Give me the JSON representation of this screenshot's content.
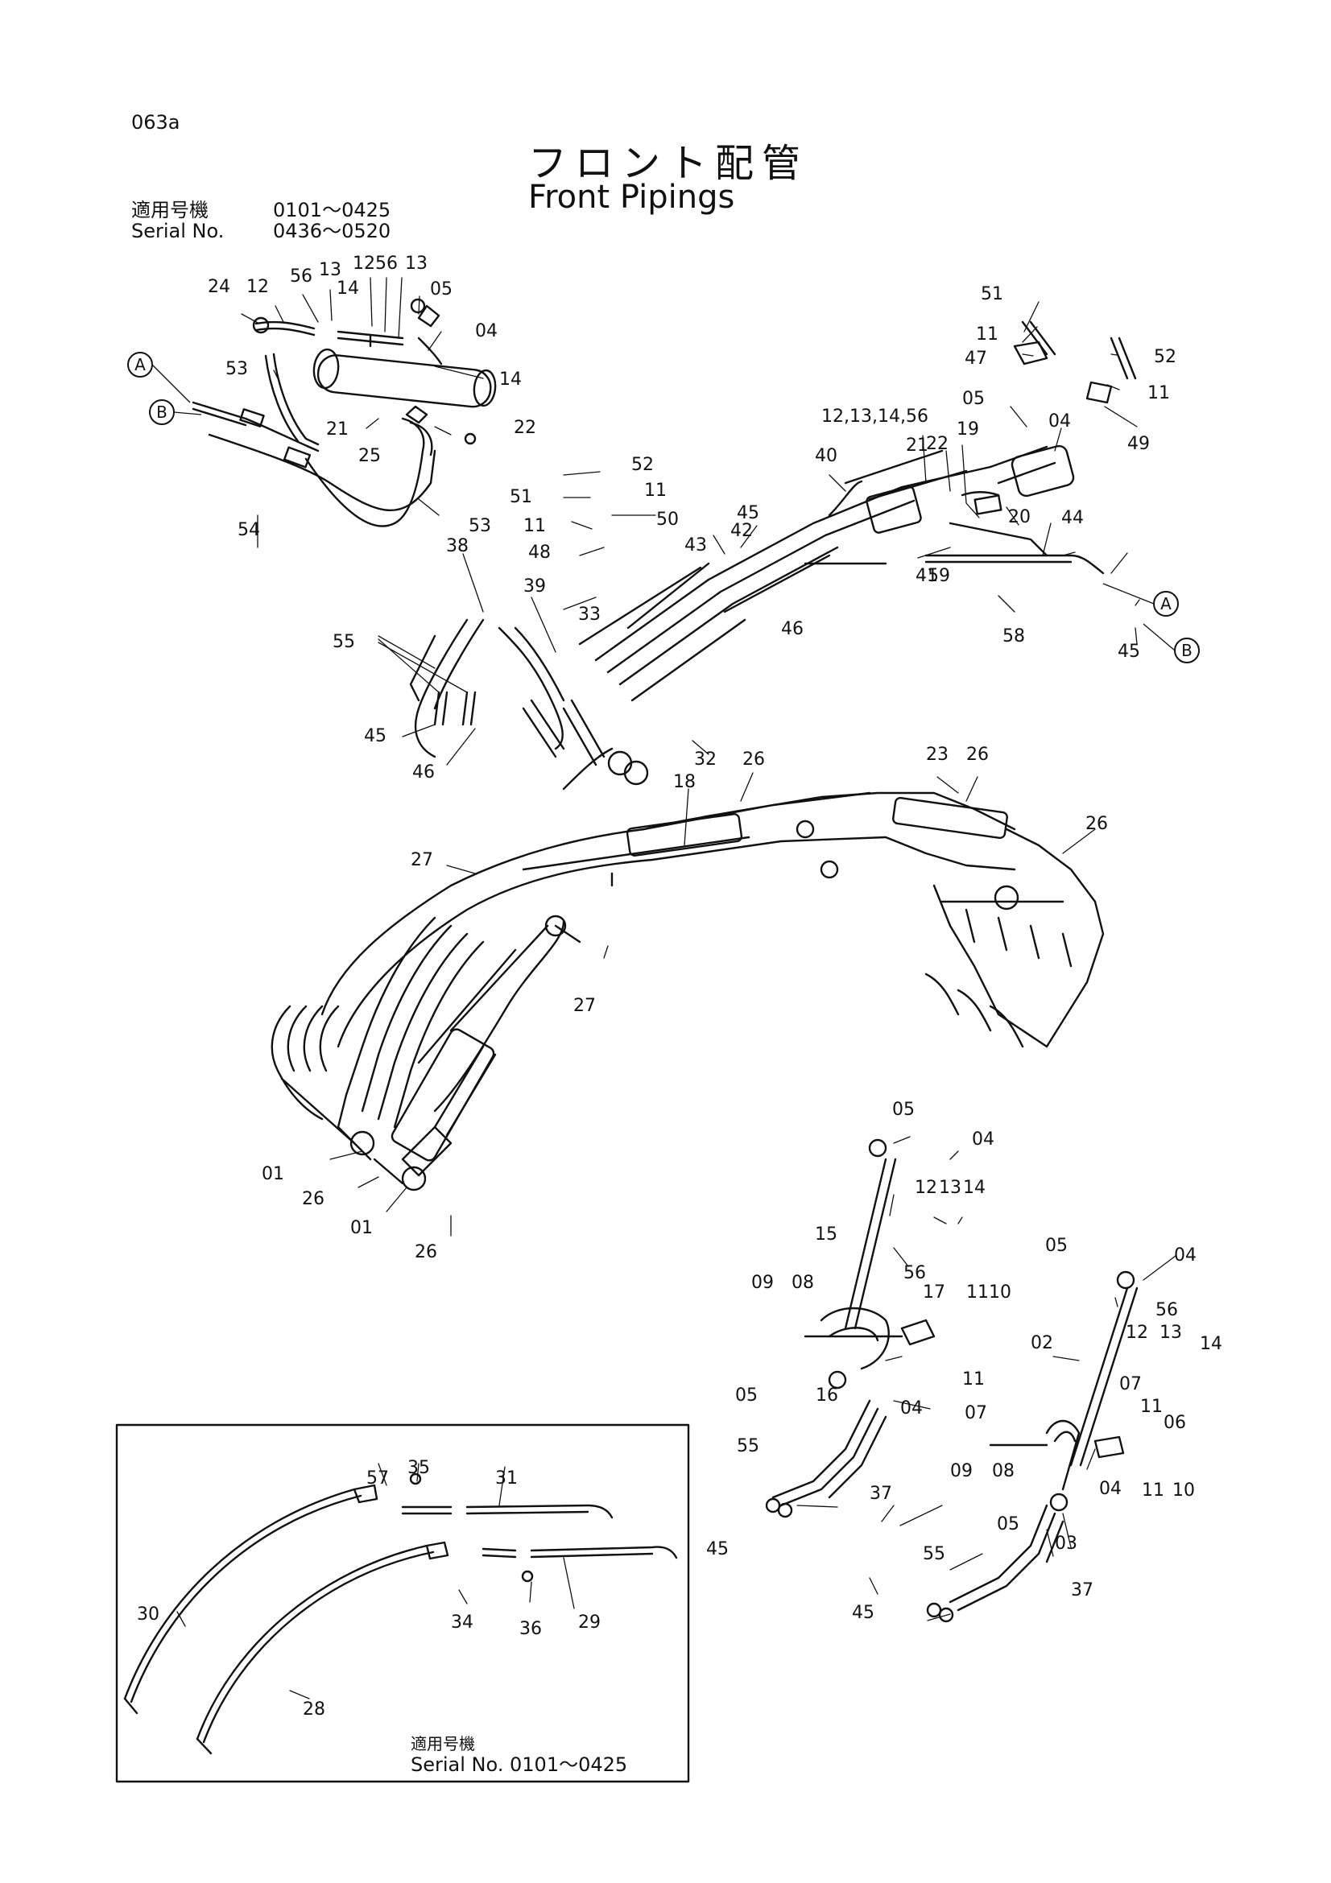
{
  "page_code": "063a",
  "title_jp": "フロント配管",
  "title_en": "Front Pipings",
  "serial_header": {
    "jp_label": "適用号機",
    "en_label": "Serial No.",
    "range_1": "0101～0425",
    "range_2": "0436～0520"
  },
  "inset": {
    "note_jp": "適用号機",
    "note_en": "Serial No. 0101～0425"
  },
  "callouts": [
    "24",
    "12",
    "56",
    "13",
    "14",
    "12",
    "56",
    "13",
    "05",
    "04",
    "14",
    "53",
    "21",
    "25",
    "22",
    "53",
    "54",
    "51",
    "11",
    "47",
    "52",
    "11",
    "49",
    "05",
    "04",
    "12,13,14,56",
    "22",
    "19",
    "21",
    "40",
    "20",
    "45",
    "44",
    "42",
    "43",
    "41",
    "59",
    "46",
    "58",
    "45",
    "52",
    "11",
    "51",
    "11",
    "50",
    "48",
    "38",
    "39",
    "33",
    "55",
    "45",
    "46",
    "32",
    "26",
    "18",
    "23",
    "26",
    "26",
    "27",
    "27",
    "01",
    "26",
    "01",
    "26",
    "05",
    "04",
    "12",
    "13",
    "14",
    "15",
    "56",
    "09",
    "08",
    "17",
    "11",
    "10",
    "05",
    "16",
    "04",
    "11",
    "07",
    "55",
    "37",
    "45",
    "05",
    "04",
    "56",
    "02",
    "12",
    "13",
    "14",
    "07",
    "11",
    "06",
    "09",
    "08",
    "04",
    "11",
    "10",
    "05",
    "03",
    "55",
    "37",
    "45",
    "57",
    "35",
    "31",
    "30",
    "34",
    "36",
    "29",
    "28"
  ],
  "circle_markers": [
    "A",
    "B",
    "A",
    "B"
  ]
}
